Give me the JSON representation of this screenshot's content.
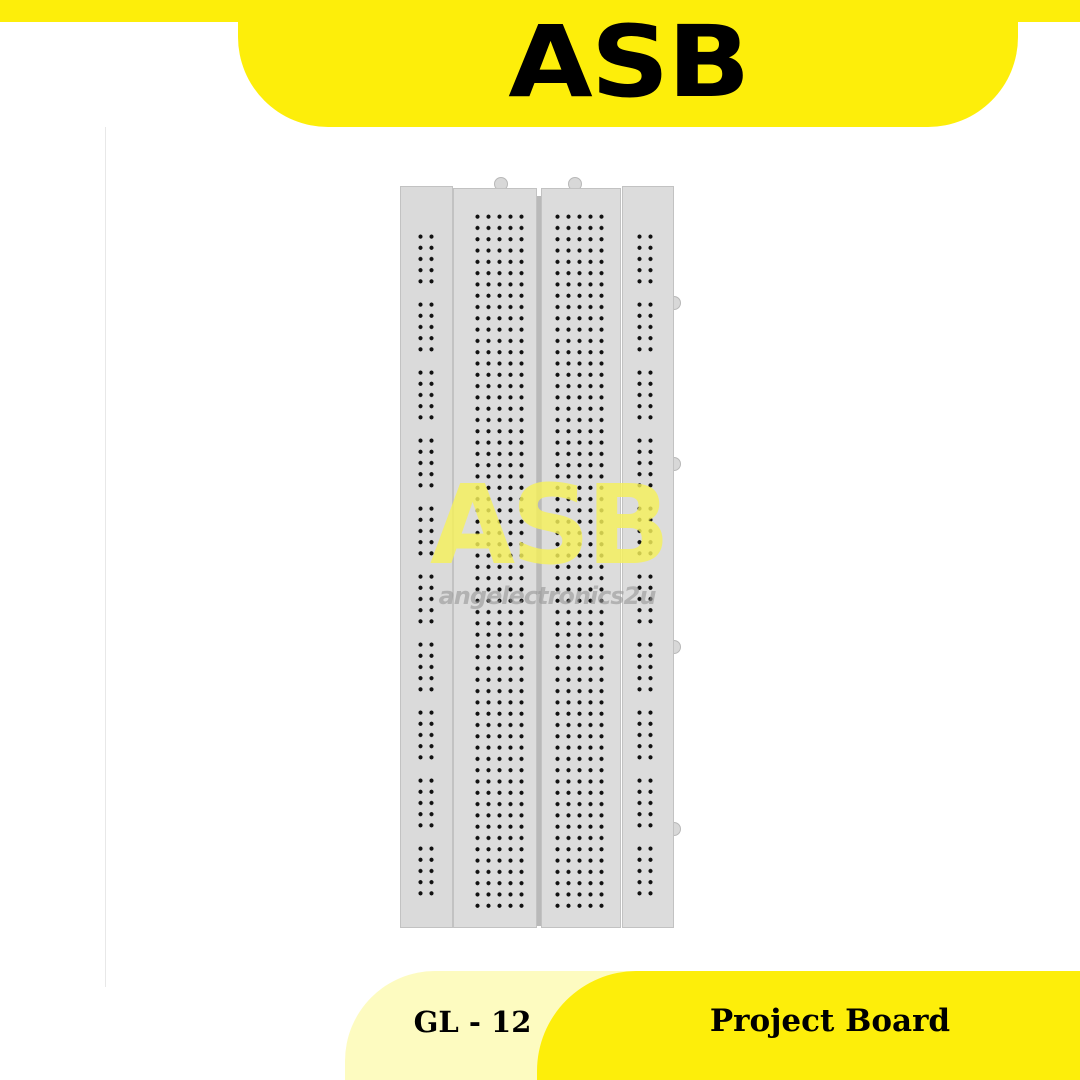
{
  "header": {
    "brand_logo": "ASB",
    "colors": {
      "banner_yellow": "#fdee0a",
      "text": "#000000"
    }
  },
  "product_image": {
    "subject": "solderless breadboard",
    "watermark": {
      "logo": "ASB",
      "text": "angelectronics2u"
    },
    "colors": {
      "board": "#dcdcdc",
      "holes": "#111111"
    }
  },
  "footer": {
    "model": "GL - 12",
    "product_name": "Project Board",
    "colors": {
      "model_bg": "#fdfbc0",
      "name_bg": "#fdee0a"
    }
  }
}
